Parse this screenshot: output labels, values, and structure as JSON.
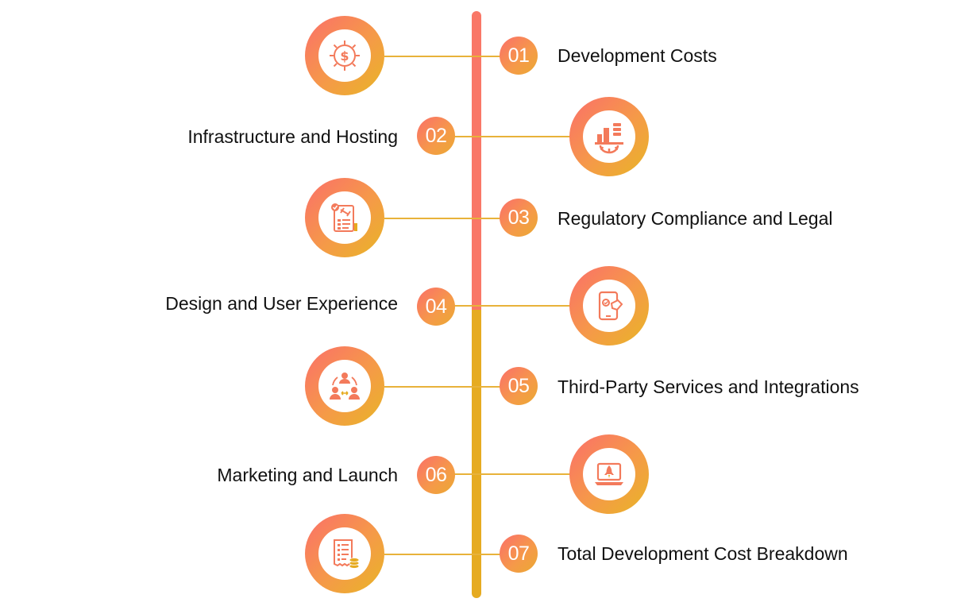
{
  "steps": [
    {
      "number": "01",
      "label": "Development Costs",
      "icon": "gear-dollar-icon"
    },
    {
      "number": "02",
      "label": "Infrastructure and Hosting",
      "icon": "server-buildings-icon"
    },
    {
      "number": "03",
      "label": "Regulatory Compliance and Legal",
      "icon": "legal-document-gavel-icon"
    },
    {
      "number": "04",
      "label": "Design and User Experience",
      "icon": "tablet-touch-icon"
    },
    {
      "number": "05",
      "label": "Third-Party Services and Integrations",
      "icon": "people-exchange-icon"
    },
    {
      "number": "06",
      "label": "Marketing and Launch",
      "icon": "laptop-rocket-icon"
    },
    {
      "number": "07",
      "label": "Total Development Cost Breakdown",
      "icon": "receipt-coins-icon"
    }
  ],
  "colors": {
    "coral": "#f97767",
    "orange": "#f59a48",
    "gold": "#e6ab21",
    "text": "#111111"
  }
}
